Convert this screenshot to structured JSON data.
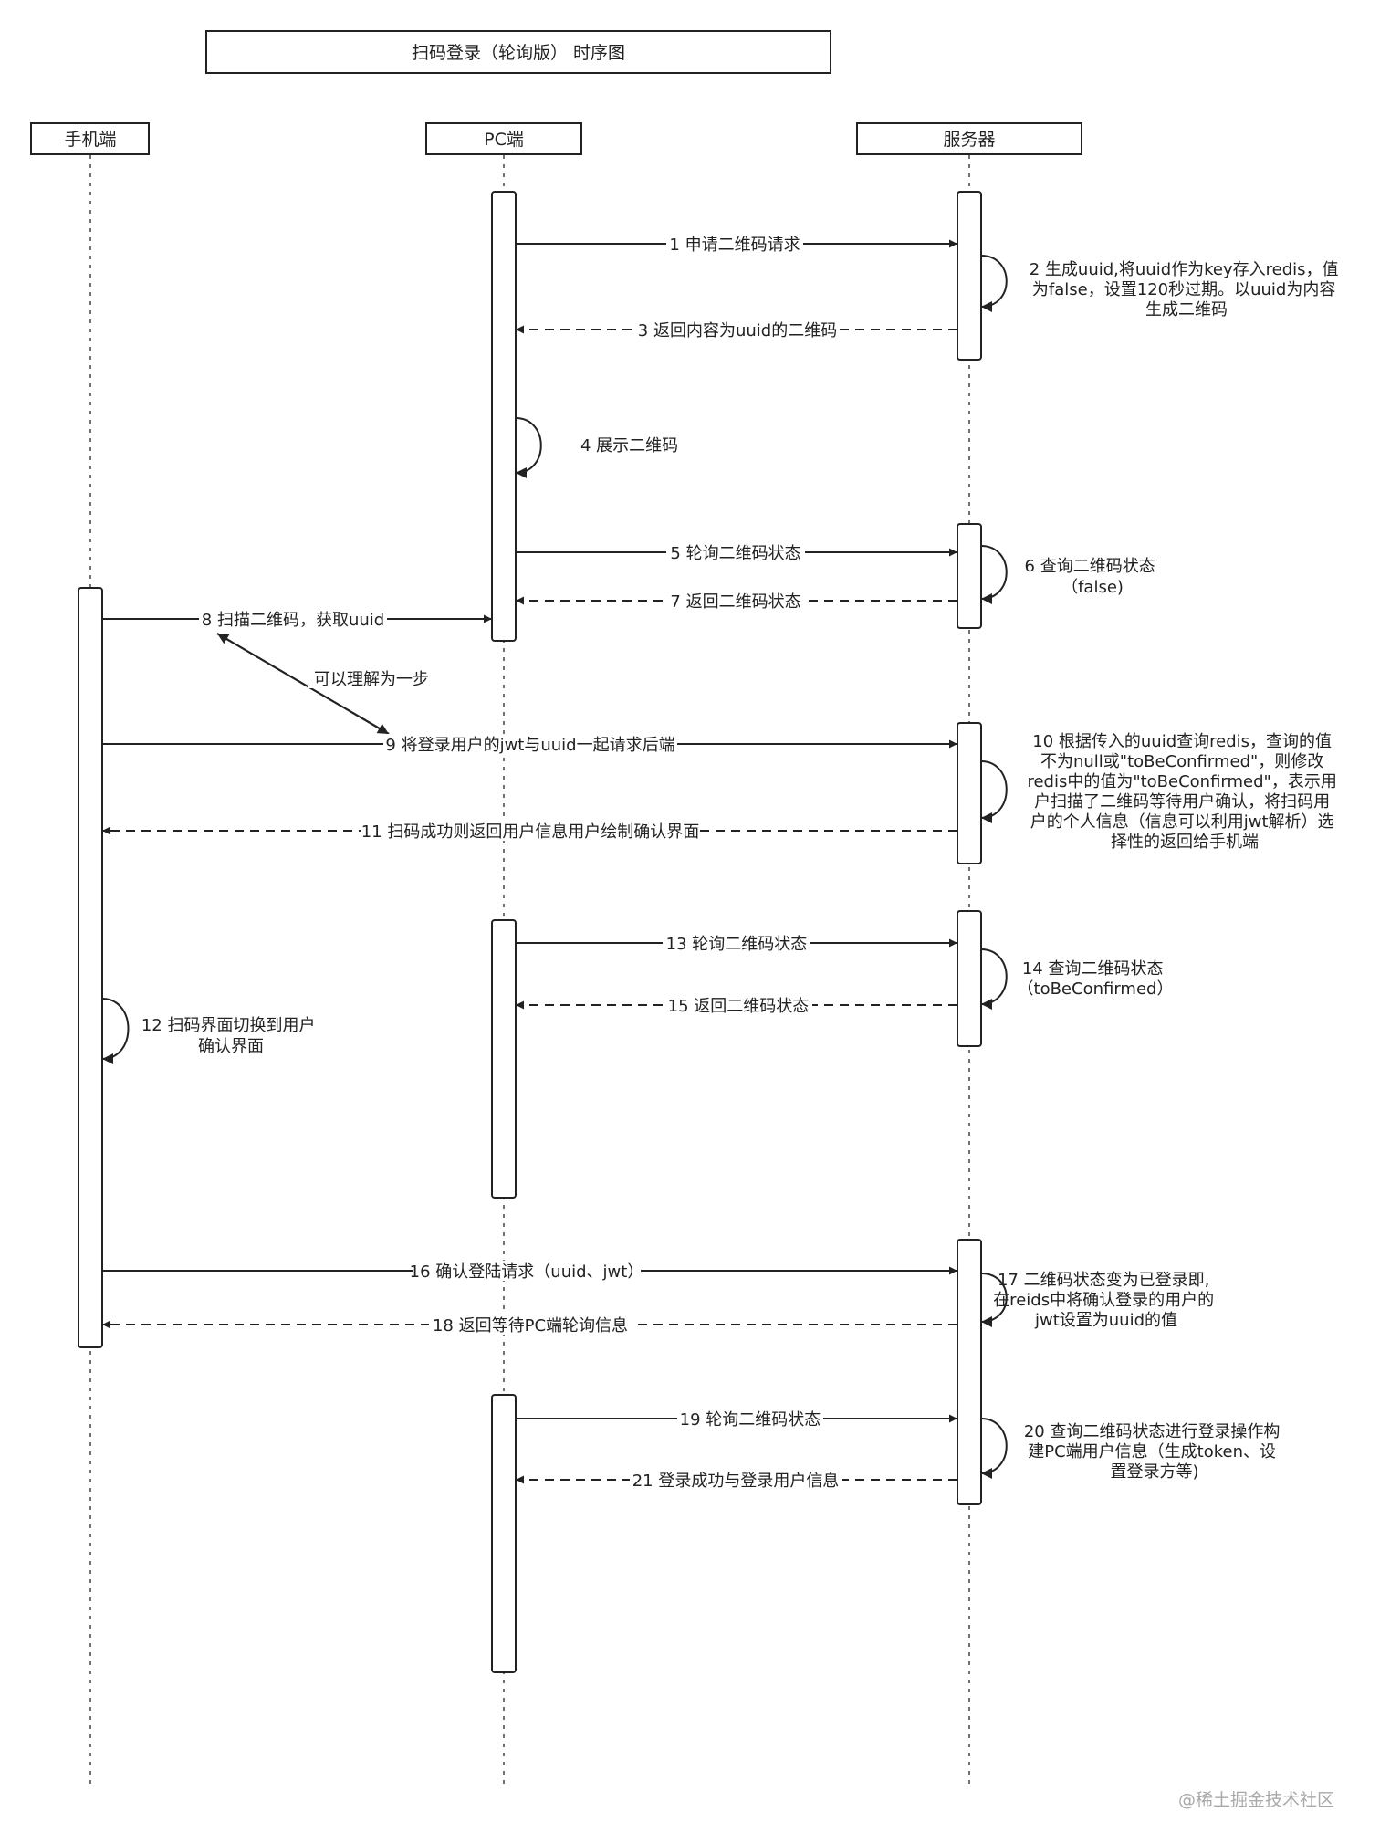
{
  "title": "扫码登录（轮询版）  时序图",
  "participants": {
    "mobile": "手机端",
    "pc": "PC端",
    "server": "服务器"
  },
  "messages": {
    "m1": "1 申请二维码请求",
    "m3": "3 返回内容为uuid的二维码",
    "m5": "5 轮询二维码状态",
    "m7": "7 返回二维码状态",
    "m8": "8 扫描二维码，获取uuid",
    "m9": "9 将登录用户的jwt与uuid一起请求后端",
    "m11": "11 扫码成功则返回用户信息用户绘制确认界面",
    "m13": "13 轮询二维码状态",
    "m15": "15 返回二维码状态",
    "m16": "16 确认登陆请求（uuid、jwt）",
    "m18": "18 返回等待PC端轮询信息",
    "m19": "19 轮询二维码状态",
    "m21": "21 登录成功与登录用户信息"
  },
  "self_messages": {
    "s2": [
      "2 生成uuid,将uuid作为key存入redis，值",
      "为false，设置120秒过期。以uuid为内容",
      "生成二维码"
    ],
    "s4": [
      "4 展示二维码"
    ],
    "s6": [
      "6 查询二维码状态",
      "（false)"
    ],
    "s10": [
      "10 根据传入的uuid查询redis，查询的值",
      "不为null或\"toBeConfirmed\"，则修改",
      "redis中的值为\"toBeConfirmed\"，表示用",
      "户扫描了二维码等待用户确认，将扫码用",
      "户的个人信息（信息可以利用jwt解析）选",
      "择性的返回给手机端"
    ],
    "s12": [
      "12 扫码界面切换到用户",
      "确认界面"
    ],
    "s14": [
      "14 查询二维码状态",
      "（toBeConfirmed）"
    ],
    "s17": [
      "17 二维码状态变为已登录即,",
      "在reids中将确认登录的用户的",
      "jwt设置为uuid的值"
    ],
    "s20": [
      "20 查询二维码状态进行登录操作构",
      "建PC端用户信息（生成token、设",
      "置登录方等)"
    ]
  },
  "annotation": "可以理解为一步",
  "watermark": "@稀土掘金技术社区"
}
